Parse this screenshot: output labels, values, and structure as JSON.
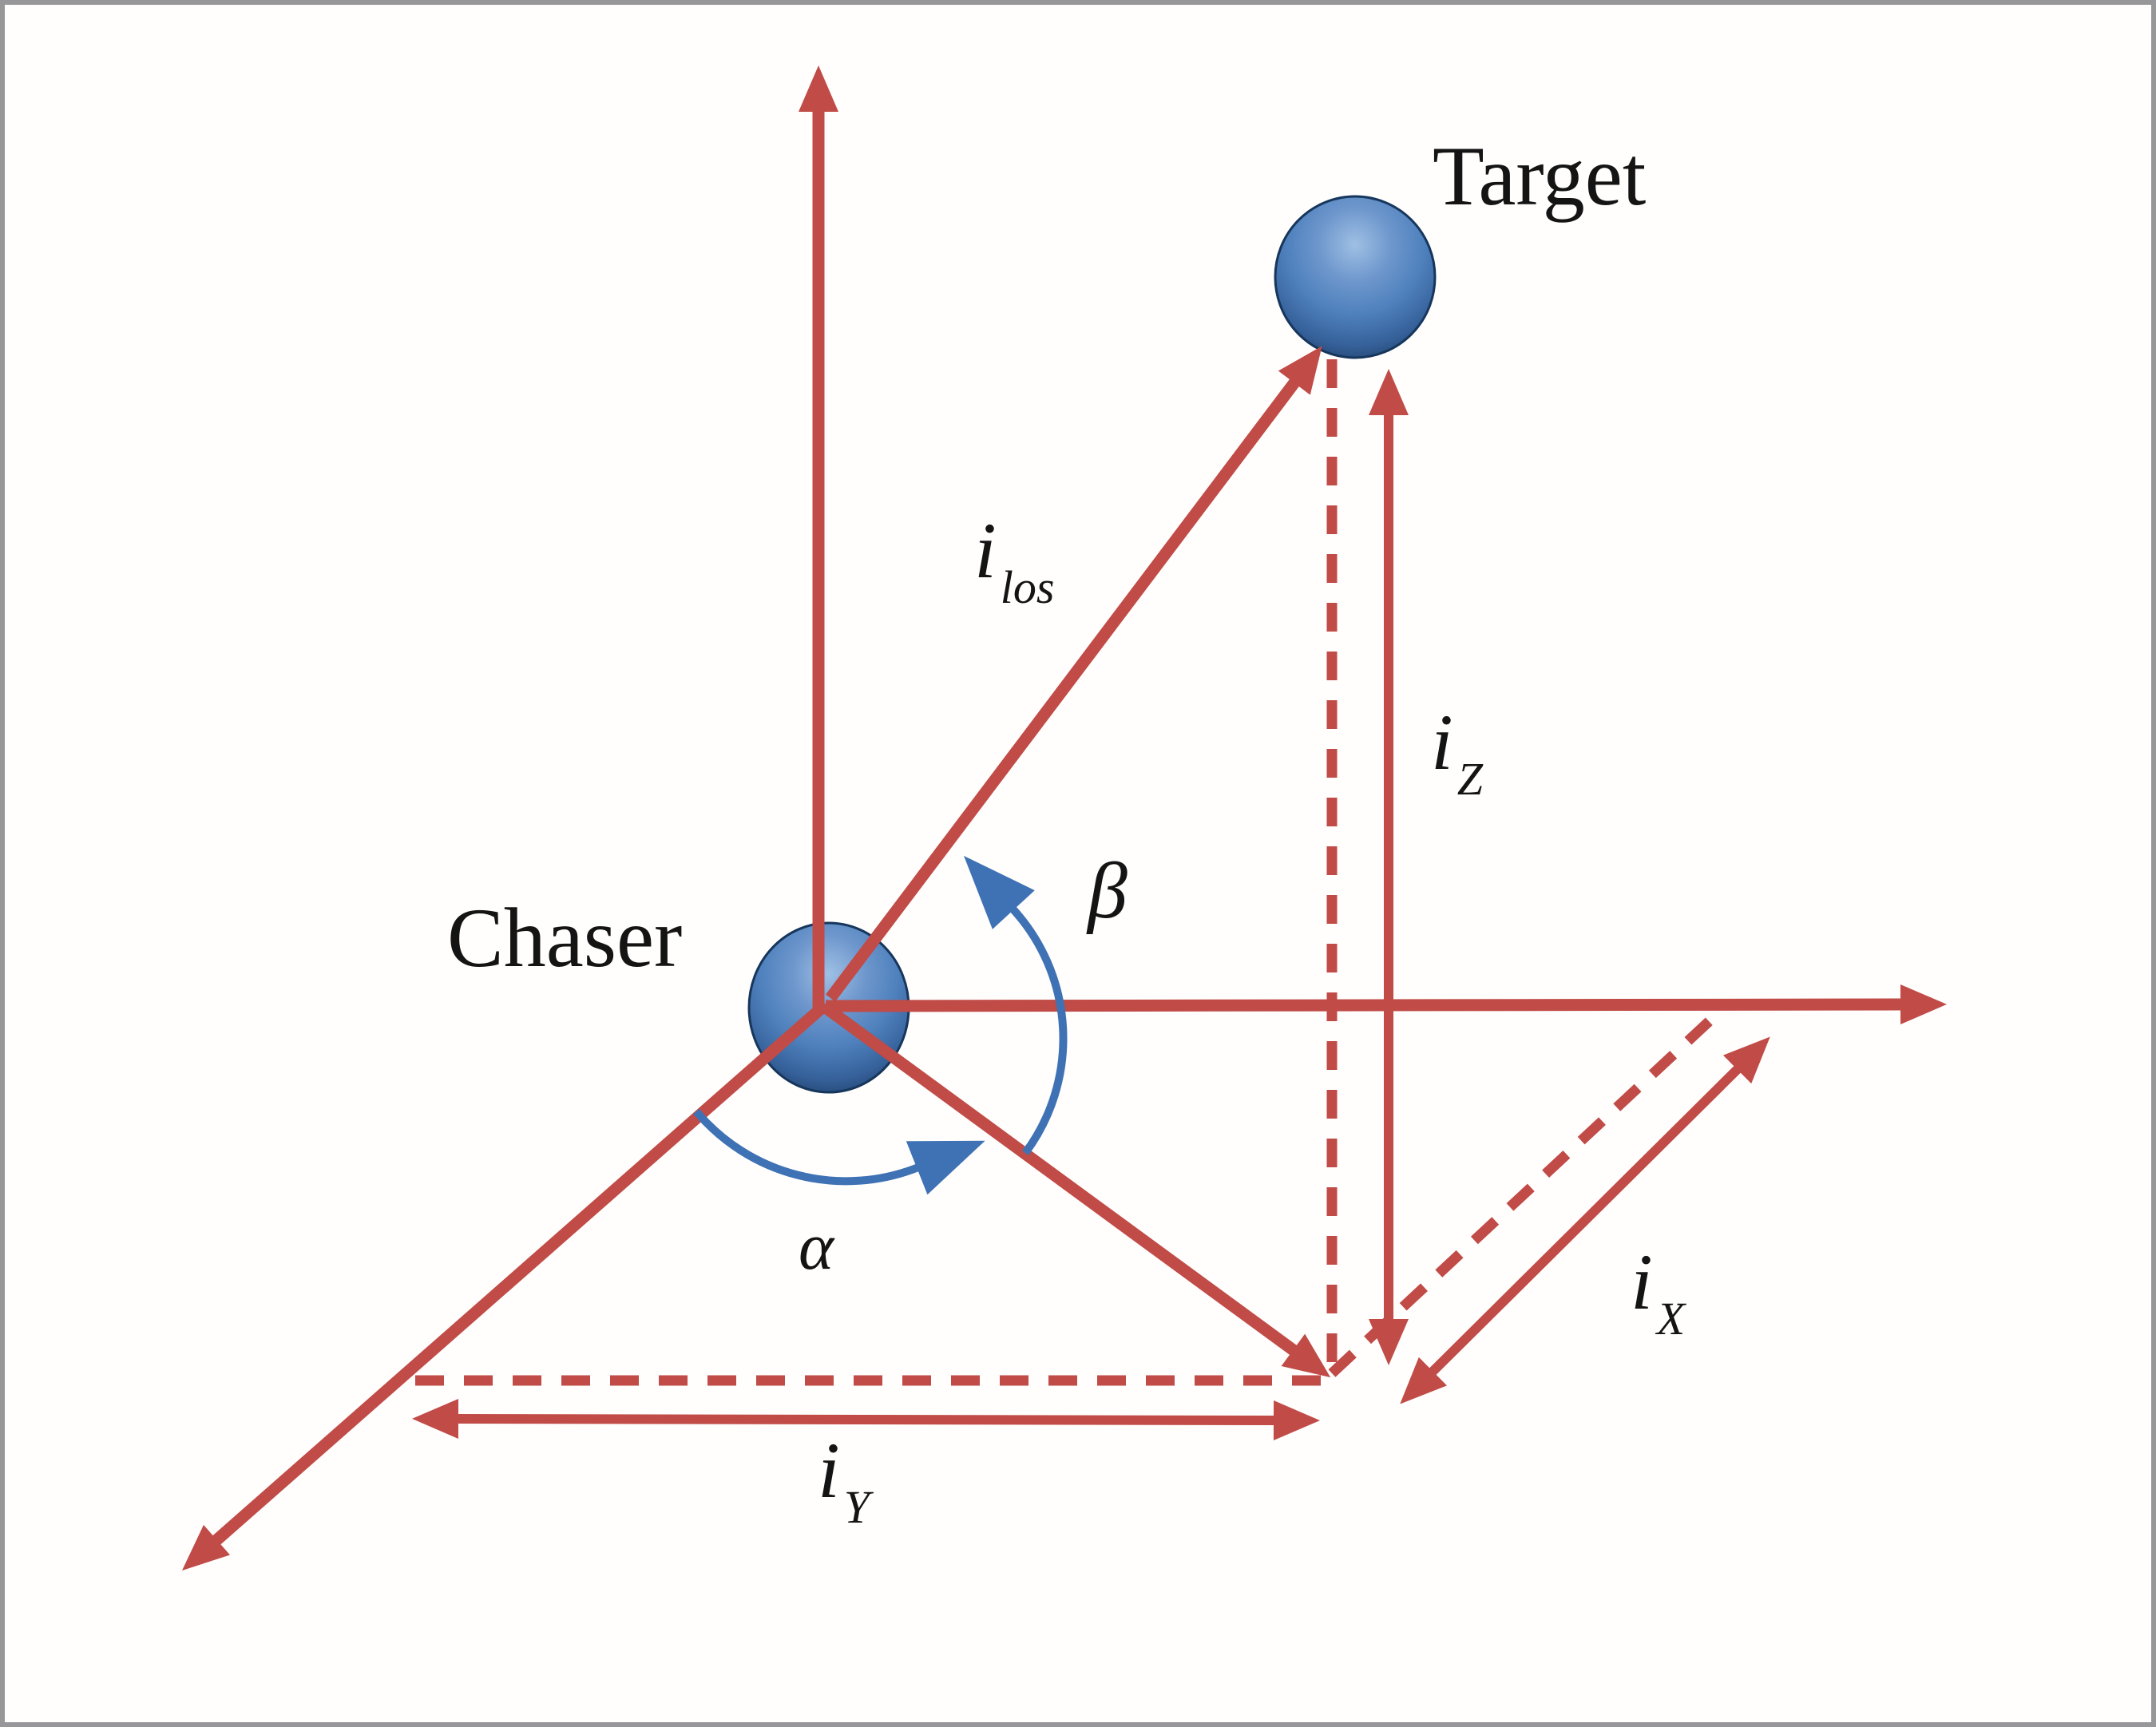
{
  "figure": {
    "type": "3d-los-coordinate-diagram",
    "caption_labels": {
      "target": "Target",
      "chaser": "Chaser"
    },
    "vector_labels": {
      "ilos": {
        "base": "i",
        "sub": "los"
      },
      "iz": {
        "base": "i",
        "sub": "Z"
      },
      "ix": {
        "base": "i",
        "sub": "X"
      },
      "iy": {
        "base": "i",
        "sub": "Y"
      }
    },
    "angle_labels": {
      "alpha": "α",
      "beta": "β"
    },
    "colors": {
      "red": "#c04b47",
      "blue": "#3f72b4",
      "sphere": "#4f81bd",
      "frame": "#97979a",
      "ink": "#141414",
      "bg": "#fffefd"
    }
  }
}
